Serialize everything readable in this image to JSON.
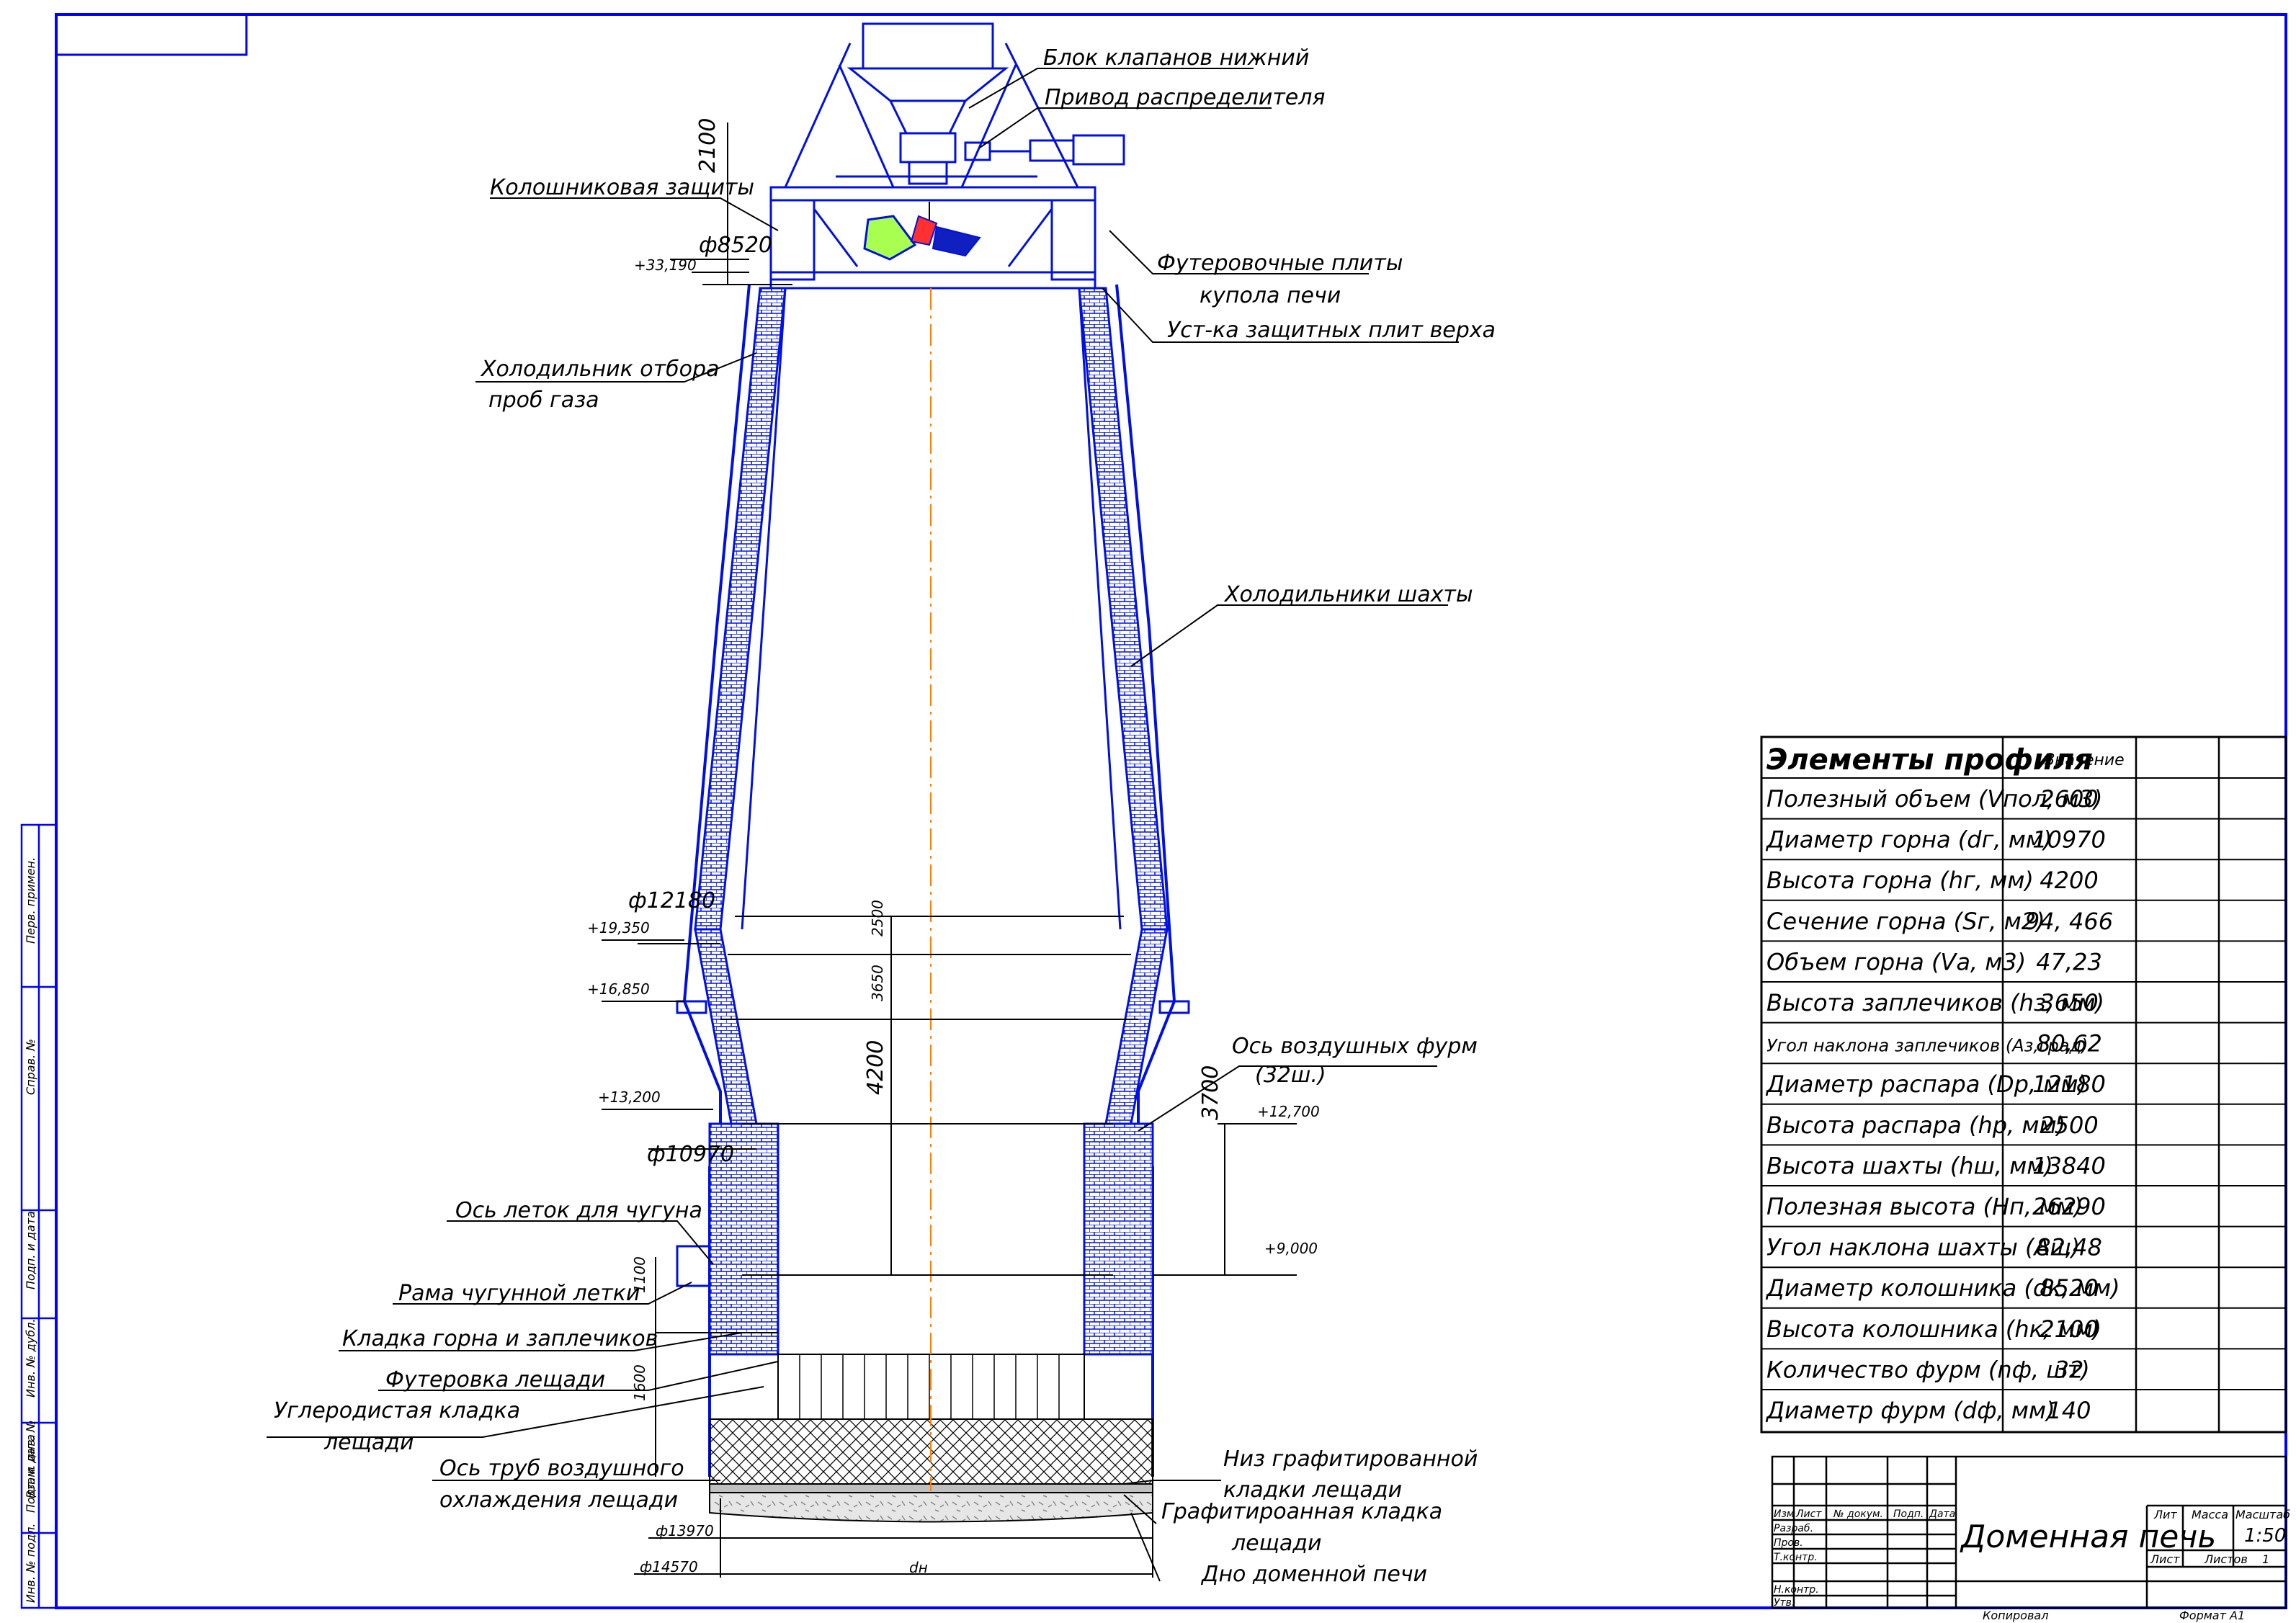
{
  "labels": {
    "valve_block": "Блок клапанов нижний",
    "distributor_drive": "Привод распределителя",
    "top_protection": "Колошниковая защиты",
    "dome_plates_1": "Футеровочные плиты",
    "dome_plates_2": "купола печи",
    "top_plates": "Уст-ка защитных плит верха",
    "gas_cooler_1": "Холодильник отбора",
    "gas_cooler_2": "проб газа",
    "shaft_coolers": "Холодильники шахты",
    "tuyere_axis_1": "Ось воздушных фурм",
    "tuyere_axis_2": "(32ш.)",
    "taphole_axis": "Ось леток для чугуна",
    "taphole_frame": "Рама чугунной летки",
    "hearth_masonry": "Кладка горна и заплечиков",
    "bottom_lining": "Футеровка лещади",
    "carbon_masonry_1": "Углеродистая кладка",
    "carbon_masonry_2": "лещади",
    "cooling_pipes_1": "Ось труб воздушного",
    "cooling_pipes_2": "охлаждения лещади",
    "graphite_bottom_1": "Низ графитированной",
    "graphite_bottom_2": "кладки лещади",
    "graphite_masonry_1": "Графитироанная кладка",
    "graphite_masonry_2": "лещади",
    "furnace_bottom": "Дно доменной печи"
  },
  "dimensions": {
    "h_2100": "2100",
    "d_8520": "ф8520",
    "el_33190": "+33,190",
    "d_12180": "ф12180",
    "el_19350": "+19,350",
    "el_16850": "+16,850",
    "el_13200": "+13,200",
    "d_10970": "ф10970",
    "h_2500": "2500",
    "h_3650": "3650",
    "h_4200": "4200",
    "h_3700": "3700",
    "el_12700": "+12,700",
    "el_9000": "+9,000",
    "h_1100": "1100",
    "h_1600": "1600",
    "d_13970": "ф13970",
    "d_14570": "ф14570",
    "dn": "dн"
  },
  "table": {
    "header": "Элементы профиля",
    "value_header": "Значение",
    "rows": [
      {
        "name": "Полезный объем (Vпол, м3)",
        "value": "2600"
      },
      {
        "name": "Диаметр горна (dг, мм)",
        "value": "10970"
      },
      {
        "name": "Высота горна (hг, мм)",
        "value": "4200"
      },
      {
        "name": "Сечение горна (Sг, м2)",
        "value": "94, 466"
      },
      {
        "name": "Объем горна (Vа, м3)",
        "value": "47,23"
      },
      {
        "name": "Высота заплечиков (hз, мм)",
        "value": "3650"
      },
      {
        "name": "Угол наклона заплечиков (Аз,град)",
        "value": "80,62"
      },
      {
        "name": "Диаметр распара (Dр, мм)",
        "value": "12180"
      },
      {
        "name": "Высота распара (hр, мм)",
        "value": "2500"
      },
      {
        "name": "Высота шахты (hш, мм)",
        "value": "13840"
      },
      {
        "name": "Полезная высота (Нп, мм)",
        "value": "26290"
      },
      {
        "name": "Угол наклона шахты (Аш)",
        "value": "82,48"
      },
      {
        "name": "Диаметр колошника (dк, мм)",
        "value": "8520"
      },
      {
        "name": "Высота колошника (hк, мм)",
        "value": "2100"
      },
      {
        "name": "Количество фурм (nф, шт)",
        "value": "32"
      },
      {
        "name": "Диаметр фурм (dф, мм)",
        "value": "140"
      }
    ]
  },
  "title_block": {
    "title": "Доменная печь",
    "lit": "Лит",
    "mass": "Масса",
    "scale_label": "Масштаб",
    "scale": "1:50",
    "sheet": "Лист",
    "sheets": "Листов",
    "sheets_val": "1",
    "izm": "Изм",
    "list": "Лист",
    "doc": "№ докум.",
    "sign": "Подп.",
    "date": "Дата",
    "razrab": "Разраб.",
    "prov": "Пров.",
    "tkontr": "Т.контр.",
    "nkontr": "Н.контр.",
    "utv": "Утв.",
    "copied": "Копировал",
    "format": "Формат",
    "format_val": "А1"
  },
  "side_stamp": {
    "perv": "Перв. примен.",
    "sprav": "Справ. №",
    "podp1": "Подп. и дата",
    "inv_dubl": "Инв. № дубл.",
    "vzam": "Взам. инв. №",
    "podp2": "Подп. и дата",
    "inv_podl": "Инв. № подл."
  },
  "colors": {
    "frame": "#0000ff",
    "furnace": "#0010e0",
    "axis": "#ff8000",
    "ink": "#000000"
  }
}
